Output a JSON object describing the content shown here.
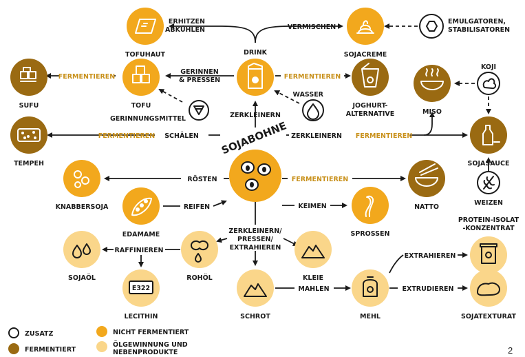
{
  "title": "SOJABOHNE",
  "page_number": "2",
  "colors": {
    "not_fermented": "#f2a81d",
    "fermented": "#9a6a12",
    "oil_byproducts": "#fad68a",
    "additive_stroke": "#1a1a1a",
    "fermentation_text": "#c8901a"
  },
  "nodes": {
    "tofuhaut": "TOFUHAUT",
    "drink": "DRINK",
    "sojacreme": "SOJACREME",
    "emulgatoren": [
      "EMULGATOREN,",
      "STABILISATOREN"
    ],
    "sufu": "SUFU",
    "tofu": "TOFU",
    "gerinnungsmittel": "GERINNUNGSMITTEL",
    "joghurt": [
      "JOGHURT-",
      "ALTERNATIVE"
    ],
    "miso": "MISO",
    "koji": "KOJI",
    "tempeh": "TEMPEH",
    "sojasauce": "SOJASAUCE",
    "knabbersoja": "KNABBERSOJA",
    "natto": "NATTO",
    "weizen": "WEIZEN",
    "edamame": "EDAMAME",
    "sprossen": "SPROSSEN",
    "protein": [
      "PROTEIN-ISOLAT",
      "-KONZENTRAT"
    ],
    "sojaoel": "SOJAÖL",
    "rohoel": "ROHÖL",
    "kleie": "KLEIE",
    "lecithin": "LECITHIN",
    "lecithin_code": "E322",
    "schrot": "SCHROT",
    "mehl": "MEHL",
    "sojatexturat": "SOJATEXTURAT"
  },
  "processes": {
    "erhitzen": [
      "ERHITZEN",
      "& ABKÜHLEN"
    ],
    "vermischen": "VERMISCHEN",
    "gerinnen": [
      "GERINNEN",
      "& PRESSEN"
    ],
    "wasser": "WASSER",
    "zerkleinern_up": "ZERKLEINERN",
    "schaelen": "SCHÄLEN",
    "zerkleinern_right": "ZERKLEINERN",
    "roesten": "RÖSTEN",
    "reifen": "REIFEN",
    "keimen": "KEIMEN",
    "zerkleinern_down": [
      "ZERKLEINERN/",
      "PRESSEN/",
      "EXTRAHIEREN"
    ],
    "raffinieren": "RAFFINIEREN",
    "mahlen": "MAHLEN",
    "extrahieren": "EXTRAHIEREN",
    "extrudieren": "EXTRUDIEREN"
  },
  "fermentation_label": "FERMENTIEREN",
  "legend": {
    "zusatz": "ZUSATZ",
    "fermentiert": "FERMENTIERT",
    "nicht_fermentiert": "NICHT FERMENTIERT",
    "oel": [
      "ÖLGEWINNUNG UND",
      "NEBENPRODUKTE"
    ]
  }
}
